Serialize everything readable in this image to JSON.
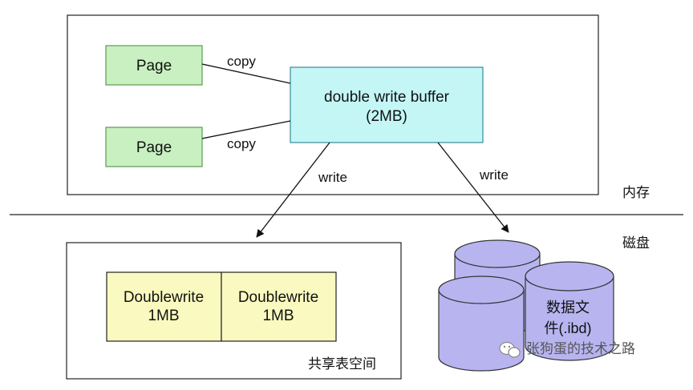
{
  "memory": {
    "page_1": "Page",
    "page_2": "Page",
    "buffer_line1": "double write buffer",
    "buffer_line2": "(2MB)",
    "copy_label_1": "copy",
    "copy_label_2": "copy",
    "region_label": "内存"
  },
  "arrows": {
    "write_left": "write",
    "write_right": "write"
  },
  "disk": {
    "region_label": "磁盘",
    "doublewrite_1": {
      "line1": "Doublewrite",
      "line2": "1MB"
    },
    "doublewrite_2": {
      "line1": "Doublewrite",
      "line2": "1MB"
    },
    "shared_tablespace_label": "共享表空间",
    "data_file_line1": "数据文",
    "data_file_line2": "件(.ibd)"
  },
  "watermark": {
    "text": "张狗蛋的技术之路",
    "icon": "wechat-icon"
  },
  "colors": {
    "page_fill": "#c8f0c0",
    "page_stroke": "#5a9a50",
    "buffer_fill": "#c4f6f6",
    "buffer_stroke": "#3a8a9a",
    "doublewrite_fill": "#fafac0",
    "cylinder_fill": "#b8b4f0"
  }
}
